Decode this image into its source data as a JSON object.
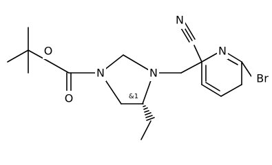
{
  "structure": {
    "atoms": {
      "O_ester": "O",
      "O_carbonyl": "O",
      "N_boc": "N",
      "N_aryl": "N",
      "N_nitrile": "N",
      "N_pyridine": "N",
      "Br": "Br"
    },
    "stereo_label": "&1"
  }
}
